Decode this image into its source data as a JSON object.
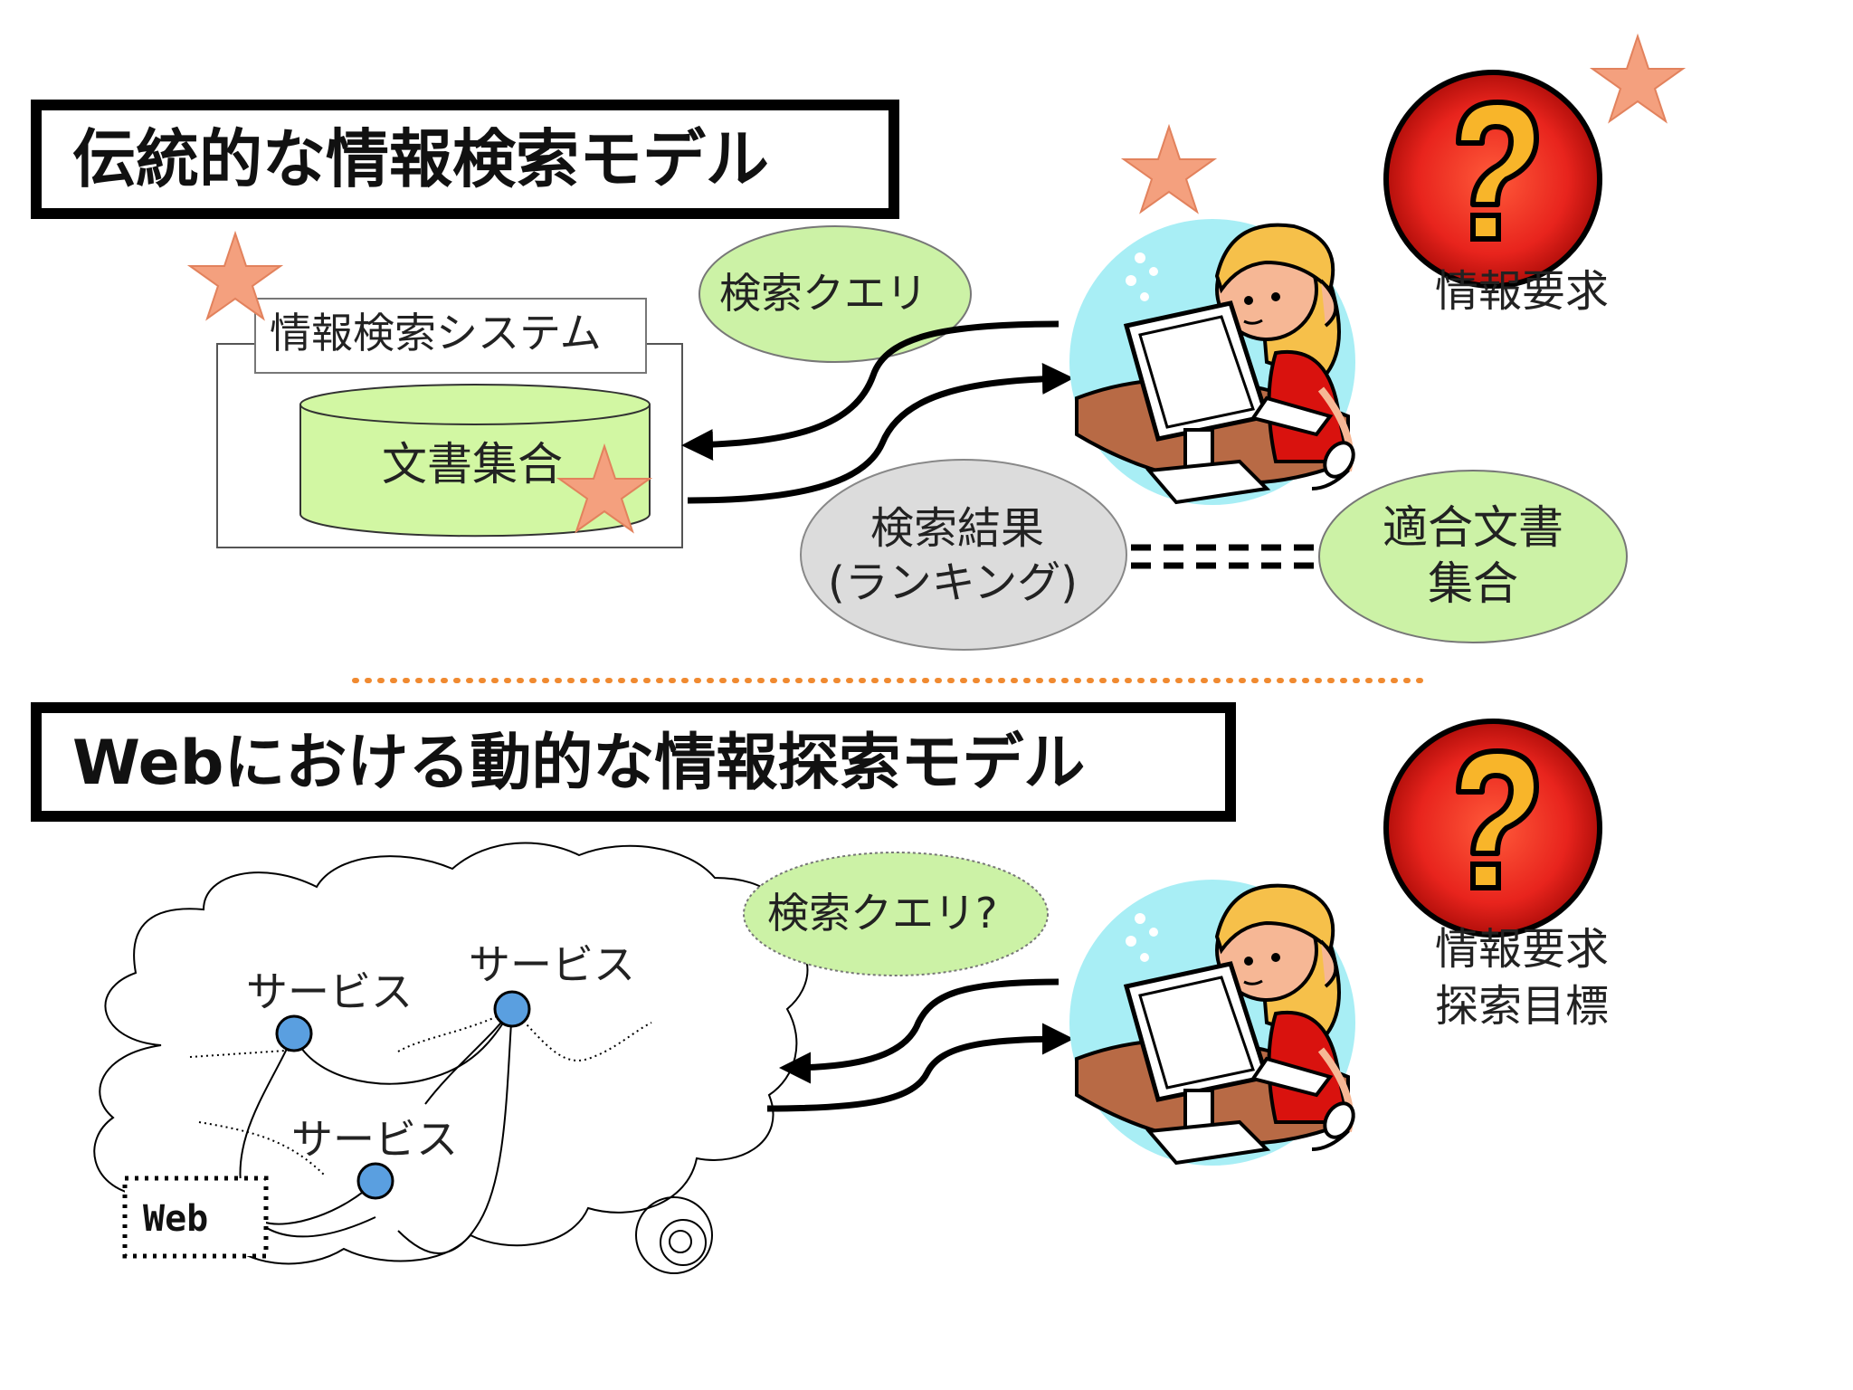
{
  "colors": {
    "star": "#f4a07e",
    "star_stroke": "#e2825d",
    "bubble_green": "#ccf2a6",
    "bubble_gray": "#dcdcdc",
    "cylinder_green": "#d2f7a3",
    "scene_bg": "#a8eef5",
    "desk": "#b86a45",
    "hair": "#f6c04a",
    "skin": "#f6b795",
    "shirt": "#d9120e",
    "question_red": "#e8241d",
    "question_yellow": "#f8b52a",
    "service_node": "#5a9fe0",
    "separator": "#f08a30"
  },
  "top": {
    "title": "伝統的な情報検索モデル",
    "system_label": "情報検索システム",
    "collection_label": "文書集合",
    "query_label": "検索クエリ",
    "result_line1": "検索結果",
    "result_line2": "(ランキング)",
    "relevant_line1": "適合文書",
    "relevant_line2": "集合",
    "need_label": "情報要求",
    "question_glyph": "?"
  },
  "bottom": {
    "title": "Webにおける動的な情報探索モデル",
    "query_label": "検索クエリ?",
    "service_1": "サービス",
    "service_2": "サービス",
    "service_3": "サービス",
    "web_label": "Web",
    "need_line1": "情報要求",
    "need_line2": "探索目標",
    "question_glyph": "?"
  },
  "icons": [
    "star-icon",
    "question-icon",
    "user-at-computer-icon",
    "database-cylinder-icon",
    "cloud-icon"
  ]
}
